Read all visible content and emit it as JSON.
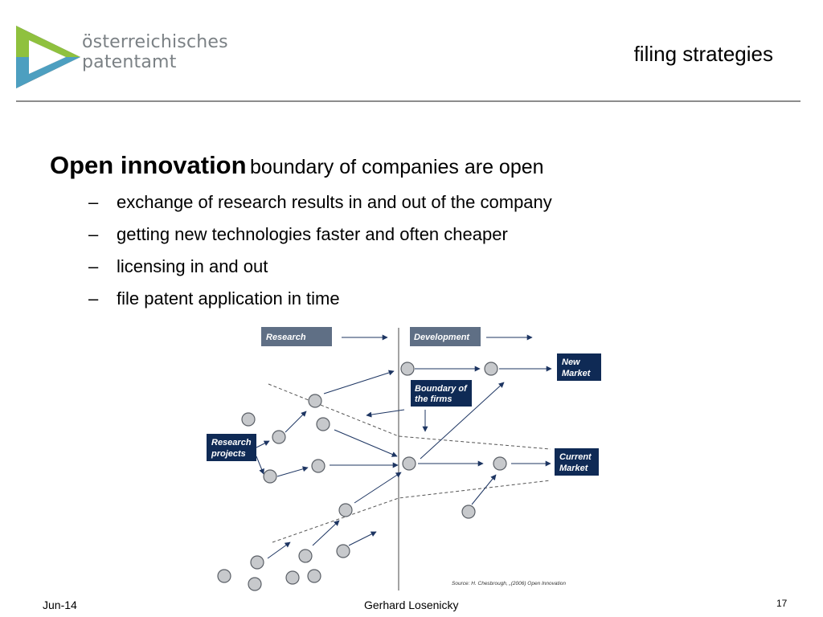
{
  "header": {
    "brand_line1": "österreichisches",
    "brand_line2": "patentamt",
    "title": "filing strategies"
  },
  "content": {
    "heading_bold": "Open innovation",
    "heading_rest": "boundary of companies are open",
    "dash": "–",
    "bullets": [
      "exchange of research results in and out of the company",
      "getting new technologies faster and often cheaper",
      "licensing in and out",
      "file patent application in time"
    ]
  },
  "diagram": {
    "research": "Research",
    "development": "Development",
    "new_market_1": "New",
    "new_market_2": "Market",
    "boundary_1": "Boundary of",
    "boundary_2": "the firms",
    "research_projects_1": "Research",
    "research_projects_2": "projects",
    "current_market_1": "Current",
    "current_market_2": "Market",
    "source": "Source: H. Chesbrough, „(2006) Open Innovation",
    "colors": {
      "box": "#0f2a55",
      "header_box": "#5f6f85",
      "arrow": "#1d3562",
      "dashed": "#555555"
    }
  },
  "footer": {
    "date": "Jun-14",
    "author": "Gerhard Losenicky",
    "page": "17"
  }
}
